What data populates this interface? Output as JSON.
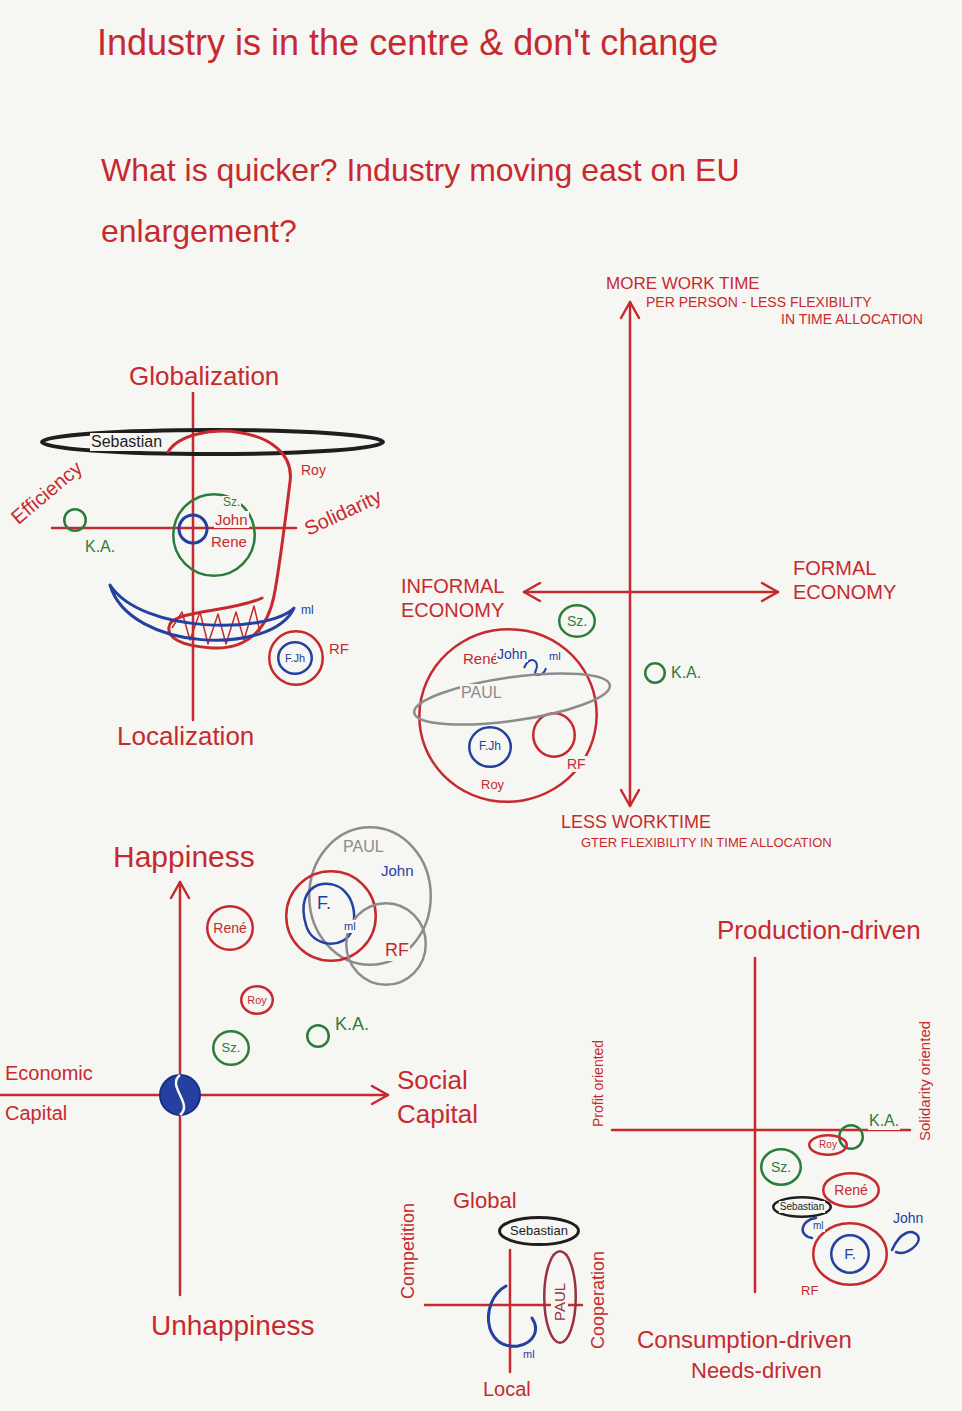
{
  "diagram": {
    "title": "Industry is in the centre & don't change",
    "nodes": [
      {
        "text": [
          "Sebastian"
        ]
      },
      {
        "text": [
          "Roy"
        ]
      },
      {
        "text": [
          "K.A."
        ]
      },
      {
        "text": [
          "Sz.",
          "John",
          "Rene"
        ]
      },
      {
        "text": [
          "ml"
        ]
      },
      {
        "text": [
          "RF"
        ]
      },
      {
        "text": [
          "F.Jh"
        ],
        "in": 5
      },
      {
        "text": [
          "Sz."
        ]
      },
      {
        "text": [
          "K.A."
        ]
      },
      {
        "text": [
          "René",
          "John",
          "ml",
          "Roy"
        ]
      },
      {
        "text": [
          "PAUL"
        ]
      },
      {
        "text": [
          "F.Jh"
        ],
        "in": 9
      },
      {
        "text": [
          "RF"
        ],
        "in": 9
      },
      {
        "text": [
          "PAUL",
          "John"
        ]
      },
      {
        "text": [
          "F.",
          "ml"
        ]
      },
      {
        "text": [
          "RF"
        ]
      },
      {
        "text": [
          "René"
        ]
      },
      {
        "text": [
          "Roy"
        ]
      },
      {
        "text": [
          "Sz."
        ]
      },
      {
        "text": [
          "K.A."
        ]
      },
      {
        "text": [
          "Sebastian"
        ]
      },
      {
        "text": [
          "PAUL"
        ]
      },
      {
        "text": [
          "ml"
        ]
      },
      {
        "text": [
          "K.A."
        ]
      },
      {
        "text": [
          "Roy"
        ]
      },
      {
        "text": [
          "Sz."
        ]
      },
      {
        "text": [
          "René"
        ]
      },
      {
        "text": [
          "Sebastian"
        ]
      },
      {
        "text": [
          "ml"
        ]
      },
      {
        "text": [
          "RF"
        ]
      },
      {
        "text": [
          "F."
        ],
        "in": 29
      },
      {
        "text": [
          "John"
        ]
      }
    ],
    "labels": [
      "What is quicker? Industry moving east on EU enlargement?",
      "Globalization",
      "Efficiency",
      "Solidarity",
      "Localization",
      "MORE WORK TIME",
      "PER PERSON - LESS FLEXIBILITY",
      "IN TIME ALLOCATION",
      "INFORMAL ECONOMY",
      "FORMAL ECONOMY",
      "LESS WORKTIME",
      "GTER FLEXIBILITY IN TIME ALLOCATION",
      "Happiness",
      "Economic",
      "Capital",
      "Social Capital",
      "Unhappiness",
      "Production-driven",
      "Profit oriented",
      "Solidarity oriented",
      "Global",
      "Competition",
      "Cooperation",
      "Local",
      "Consumption-driven",
      "Needs-driven"
    ]
  }
}
